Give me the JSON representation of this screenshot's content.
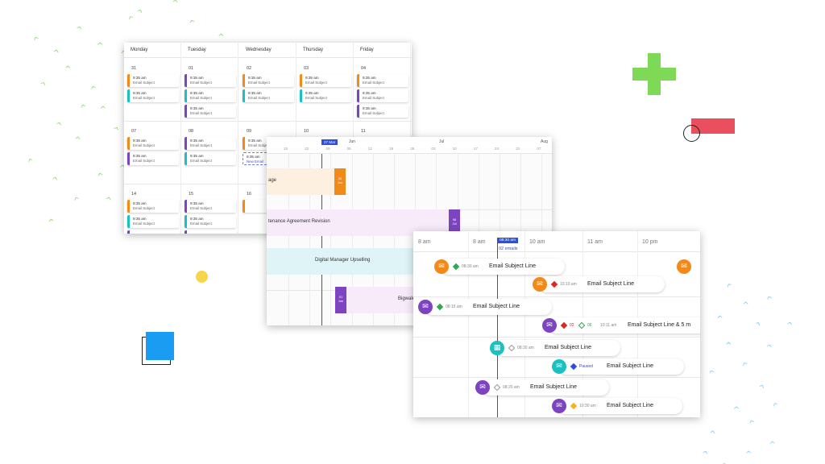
{
  "colors": {
    "orange": "#f28a1a",
    "teal": "#19c1c1",
    "purple": "#7d44c2",
    "accent_blue": "#2f4fd8",
    "green_plus": "#7ed957",
    "red_bar": "#e94f5f",
    "yellow_dot": "#f7d54a",
    "blue_square": "#1a9cf2"
  },
  "week_view": {
    "days": [
      "Monday",
      "Tuesday",
      "Wednesday",
      "Thursday",
      "Friday"
    ],
    "rows": [
      {
        "dates": [
          "31",
          "01",
          "02",
          "03",
          "04"
        ],
        "events": [
          [
            {
              "time": "9:35 am",
              "subject": "Email Subject",
              "color": "orange"
            },
            {
              "time": "9:35 am",
              "subject": "Email Subject",
              "color": "teal"
            }
          ],
          [
            {
              "time": "9:35 am",
              "subject": "Email Subject",
              "color": "purple"
            },
            {
              "time": "9:35 am",
              "subject": "Email Subject",
              "color": "teal"
            },
            {
              "time": "9:35 am",
              "subject": "Email Subject",
              "color": "purple"
            }
          ],
          [
            {
              "time": "9:35 am",
              "subject": "Email Subject",
              "color": "orange"
            },
            {
              "time": "9:35 am",
              "subject": "Email Subject",
              "color": "teal"
            }
          ],
          [
            {
              "time": "9:35 am",
              "subject": "Email Subject",
              "color": "orange"
            },
            {
              "time": "9:35 am",
              "subject": "Email Subject",
              "color": "teal"
            }
          ],
          [
            {
              "time": "9:35 am",
              "subject": "Email Subject",
              "color": "orange"
            },
            {
              "time": "9:35 am",
              "subject": "Email Subject",
              "color": "purple"
            },
            {
              "time": "9:35 am",
              "subject": "Email Subject",
              "color": "purple"
            }
          ]
        ]
      },
      {
        "dates": [
          "07",
          "08",
          "09",
          "10",
          "11"
        ],
        "events": [
          [
            {
              "time": "9:35 am",
              "subject": "Email Subject",
              "color": "orange"
            },
            {
              "time": "9:35 am",
              "subject": "Email Subject",
              "color": "purple"
            }
          ],
          [
            {
              "time": "9:35 am",
              "subject": "Email Subject",
              "color": "purple"
            },
            {
              "time": "9:35 am",
              "subject": "Email Subject",
              "color": "teal"
            }
          ],
          [
            {
              "time": "9:35 am",
              "subject": "Email Subject",
              "color": "orange"
            },
            {
              "time": "9:35 am",
              "subject": "New Email",
              "color": "dashed"
            }
          ],
          [],
          []
        ]
      },
      {
        "dates": [
          "14",
          "15",
          "16",
          "",
          ""
        ],
        "events": [
          [
            {
              "time": "9:35 am",
              "subject": "Email Subject",
              "color": "orange"
            },
            {
              "time": "9:35 am",
              "subject": "Email Subject",
              "color": "teal"
            },
            {
              "time": "",
              "subject": "",
              "color": "purple"
            }
          ],
          [
            {
              "time": "9:35 am",
              "subject": "Email Subject",
              "color": "purple"
            },
            {
              "time": "9:35 am",
              "subject": "Email Subject",
              "color": "teal"
            },
            {
              "time": "",
              "subject": "",
              "color": "purple"
            }
          ],
          [
            {
              "time": "",
              "subject": "",
              "color": "orange"
            }
          ],
          [],
          []
        ]
      }
    ]
  },
  "timeline_view": {
    "months": [
      "Jun",
      "Jul",
      "Aug"
    ],
    "ticks": [
      "15",
      "22",
      "29",
      "05",
      "12",
      "19",
      "26",
      "03",
      "10",
      "17",
      "24",
      "31",
      "07"
    ],
    "today_label": "27 Mar",
    "bars": [
      {
        "label": "age",
        "chip_day": "02",
        "chip_month": "Jun",
        "color": "orange"
      },
      {
        "label": "tenance Agreement Revision",
        "chip_day": "08",
        "chip_month": "Jul",
        "color": "purple"
      },
      {
        "label": "Digital Manager Upselling",
        "chip_day": "",
        "chip_month": "",
        "color": "teal"
      },
      {
        "label": "Bigwale",
        "chip_day": "01",
        "chip_month": "Jun",
        "color": "purple"
      }
    ]
  },
  "hourly_view": {
    "hours": [
      "8 am",
      "8 am",
      "10 am",
      "11 am",
      "10 pm"
    ],
    "now_time": "08:30 am",
    "now_count": "02 emails",
    "rows": [
      {
        "icon": "mail-icon",
        "color": "orange",
        "time": "08:30 am",
        "subject": "Email Subject Line",
        "status_color": "#2fa84f"
      },
      {
        "icon": "mail-icon",
        "color": "orange",
        "time": "",
        "subject": "",
        "status_color": ""
      },
      {
        "icon": "mail-icon",
        "color": "orange",
        "time": "10:10 am",
        "subject": "Email Subject Line",
        "status_color": "#e02424"
      },
      {
        "icon": "mail-icon",
        "color": "purple",
        "time": "08:15 am",
        "subject": "Email Subject Line",
        "status_color": "#2fa84f"
      },
      {
        "icon": "mail-icon",
        "color": "purple",
        "time": "10:11 am",
        "subject": "Email Subject Line & 5 m",
        "status_color": "#e02424",
        "count_red": "02",
        "count_green": "06"
      },
      {
        "icon": "calendar-icon",
        "color": "teal",
        "time": "08:30 am",
        "subject": "Email Subject Line",
        "status_color": "#aaaaaa"
      },
      {
        "icon": "mail-icon",
        "color": "teal",
        "time": "Paused",
        "subject": "Email Subject Line",
        "status_color": "#2f4fd8"
      },
      {
        "icon": "mail-icon",
        "color": "purple",
        "time": "08:20 am",
        "subject": "Email Subject Line",
        "status_color": "#aaaaaa"
      },
      {
        "icon": "mail-icon",
        "color": "purple",
        "time": "10:30 am",
        "subject": "Email Subject Line",
        "status_color": "#f2b41a"
      }
    ]
  }
}
